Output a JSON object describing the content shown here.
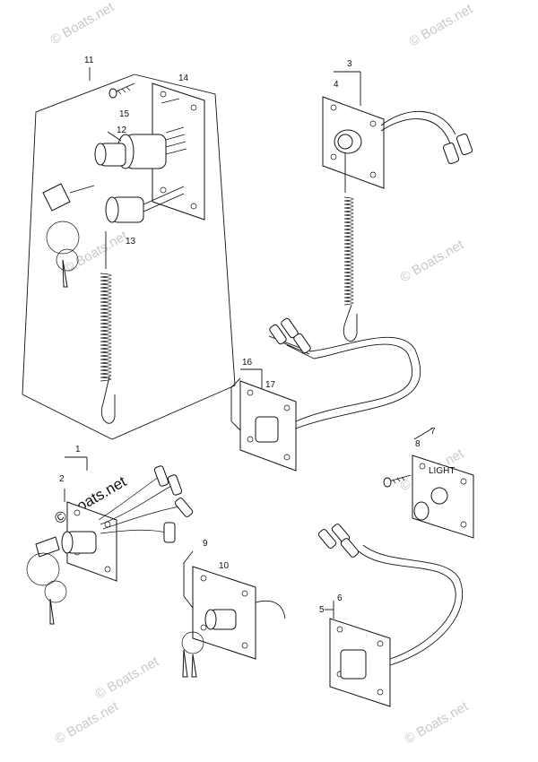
{
  "watermark": {
    "text": "© Boats.net",
    "main_text": "© Boats.net"
  },
  "callouts": {
    "c1": "1",
    "c2": "2",
    "c3": "3",
    "c4": "4",
    "c5": "5",
    "c6": "6",
    "c7": "7",
    "c8": "8",
    "c9": "9",
    "c10": "10",
    "c11": "11",
    "c12": "12",
    "c13": "13",
    "c14": "14",
    "c15": "15",
    "c16": "16",
    "c17": "17"
  },
  "labels": {
    "light_switch_text": "LIGHT"
  },
  "icons": {
    "ignition_key": "key-icon",
    "coil_lanyard": "coil-cord-icon",
    "screw": "screw-icon"
  }
}
